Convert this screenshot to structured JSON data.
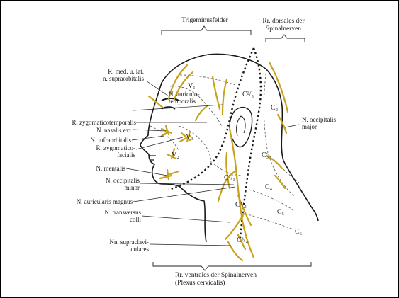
{
  "header": {
    "trigeminus": "Trigeminusfelder",
    "dorsal_line1": "Rr. dorsales der",
    "dorsal_line2": "Spinalnerven"
  },
  "footer": {
    "ventral_line1": "Rr. ventrales der Spinalnerven",
    "ventral_line2": "(Plexus cervicalis)"
  },
  "labels_left": [
    "R. med. u. lat.",
    "n. supraorbitalis",
    "N. auriculo-",
    "temporalis",
    "R. zygomaticotemporalis",
    "N. nasalis ext.",
    "N. infraorbitalis",
    "R. zygomatico-",
    "facialis",
    "N. mentalis",
    "N. occipitalis",
    "minor",
    "N. auricularis magnus",
    "N. transversus",
    "colli",
    "Nn. supraclavi-",
    "culares"
  ],
  "labels_right": [
    "N. occipitalis",
    "major"
  ],
  "zones": {
    "v1": "V₁",
    "v2": "V₂",
    "v3": "V₃",
    "c2_3_top": "C²/₃",
    "c2": "C₂",
    "c3": "C₃",
    "c2_3_mid": "C²/₃",
    "c3_4_low": "C³/₄",
    "c4": "C₄",
    "c5": "C₅",
    "c6": "C₆",
    "c3_4_neck": "C³/₄"
  },
  "colors": {
    "nerve": "#c9a21a",
    "outline": "#1a1a1a",
    "background": "#ffffff",
    "frame": "#000000"
  }
}
